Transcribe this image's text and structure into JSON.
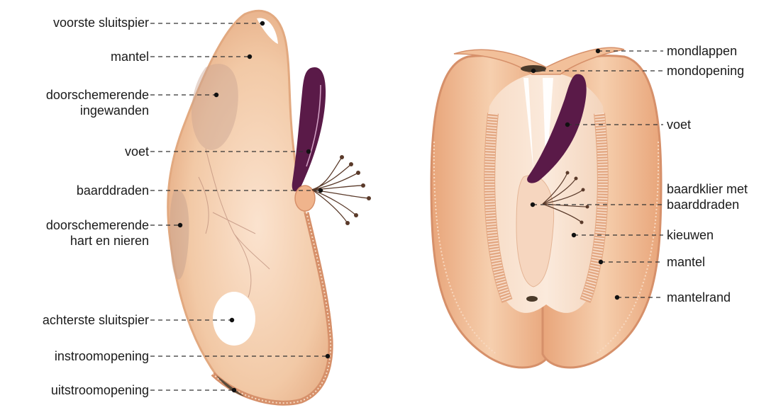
{
  "figure": {
    "left_view_labels": [
      {
        "key": "voorste_sluitspier",
        "text": "voorste sluitspier"
      },
      {
        "key": "mantel",
        "text": "mantel"
      },
      {
        "key": "ingewanden",
        "lines": [
          "doorschemerende",
          "ingewanden"
        ]
      },
      {
        "key": "voet",
        "text": "voet"
      },
      {
        "key": "baarddraden",
        "text": "baarddraden"
      },
      {
        "key": "hart",
        "lines": [
          "doorschemerende",
          "hart en nieren"
        ]
      },
      {
        "key": "achterste_sluitspier",
        "text": "achterste sluitspier"
      },
      {
        "key": "instroomopening",
        "text": "instroomopening"
      },
      {
        "key": "uitstroomopening",
        "text": "uitstroomopening"
      }
    ],
    "right_view_labels": [
      {
        "key": "mondlappen",
        "text": "mondlappen"
      },
      {
        "key": "mondopening",
        "text": "mondopening"
      },
      {
        "key": "voet",
        "text": "voet"
      },
      {
        "key": "baardklier",
        "lines": [
          "baardklier met",
          "baarddraden"
        ]
      },
      {
        "key": "kieuwen",
        "text": "kieuwen"
      },
      {
        "key": "mantel",
        "text": "mantel"
      },
      {
        "key": "mantelrand",
        "text": "mantelrand"
      }
    ]
  },
  "colors": {
    "shell_fill": "#f2c8a4",
    "shell_edge": "#e0a47c",
    "shell_rim": "#d6906a",
    "foot": "#5a1a48",
    "organ_shadow": "#c9a592",
    "line": "#333333",
    "dot": "#111111"
  }
}
